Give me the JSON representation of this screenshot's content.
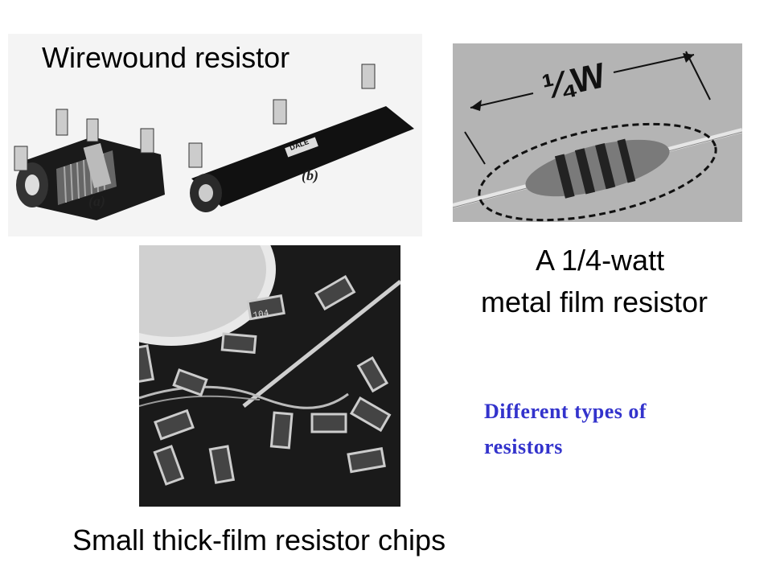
{
  "slide": {
    "captions": {
      "wirewound": "Wirewound resistor",
      "metal_film_line1": "A 1/4-watt",
      "metal_film_line2": "metal film resistor",
      "chips": "Small thick-film resistor chips"
    },
    "note": {
      "line1": "Different types of",
      "line2": "resistors"
    },
    "photo_labels": {
      "a": "(a)",
      "b": "(b)",
      "brand": "DALE",
      "quarter_watt": "¼W",
      "chip_code": "104"
    },
    "colors": {
      "note_text": "#3333cc",
      "caption_text": "#000000"
    }
  }
}
